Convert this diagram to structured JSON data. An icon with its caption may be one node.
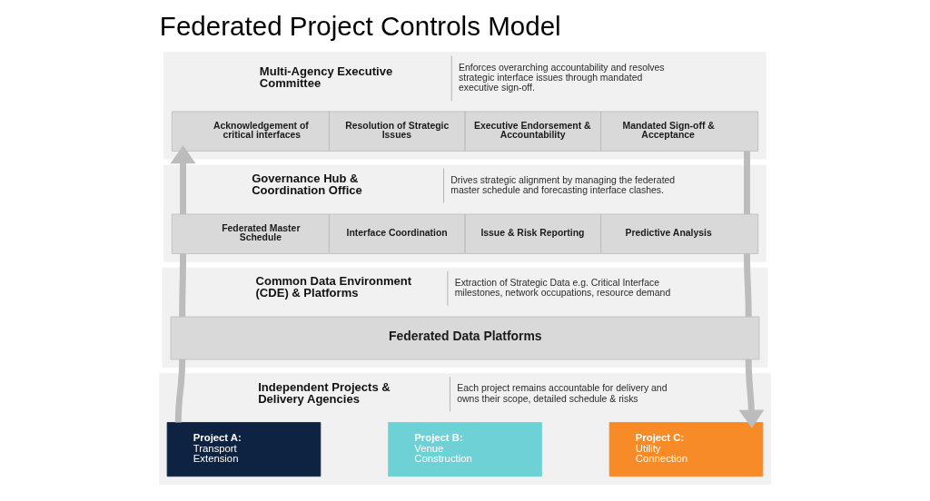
{
  "diagram": {
    "title": "Federated Project Controls Model",
    "nodes": [
      {
        "text": [
          "Multi-Agency Executive Committee",
          "Enforces overarching accountability and resolves strategic interface issues through mandated executive sign-off."
        ]
      },
      {
        "text": [
          "Acknowledgement of critical interfaces",
          "Resolution of Strategic Issues",
          "Executive Endorsement & Accountability",
          "Mandated Sign-off & Acceptance"
        ],
        "in": 0
      },
      {
        "text": [
          "Governance Hub & Coordination Office",
          "Drives strategic alignment by managing the federated master schedule and forecasting interface clashes."
        ]
      },
      {
        "text": [
          "Federated Master Schedule",
          "Interface Coordination",
          "Issue & Risk Reporting",
          "Predictive Analysis"
        ],
        "in": 2
      },
      {
        "text": [
          "Common Data Environment (CDE) & Platforms",
          "Extraction of Strategic Data e.g. Critical Interface milestones, network occupations, resource demand"
        ]
      },
      {
        "text": [
          "Federated Data Platforms"
        ],
        "in": 4
      },
      {
        "text": [
          "Independent Projects & Delivery Agencies",
          "Each project remains accountable for delivery and owns their scope, detailed schedule & risks"
        ]
      },
      {
        "text": [
          "Project A:",
          "Transport Extension"
        ],
        "in": 6
      },
      {
        "text": [
          "Project B:",
          "Venue Construction"
        ],
        "in": 6
      },
      {
        "text": [
          "Project C:",
          "Utility Connection"
        ],
        "in": 6
      }
    ],
    "edges": [
      {
        "from": 7,
        "to": 5,
        "arrow": "none"
      },
      {
        "from": 5,
        "to": 3,
        "arrow": "none"
      },
      {
        "from": 3,
        "to": 1,
        "arrow": "to"
      },
      {
        "from": 1,
        "to": 3,
        "arrow": "none"
      },
      {
        "from": 3,
        "to": 5,
        "arrow": "none"
      },
      {
        "from": 5,
        "to": 9,
        "arrow": "to"
      }
    ]
  }
}
